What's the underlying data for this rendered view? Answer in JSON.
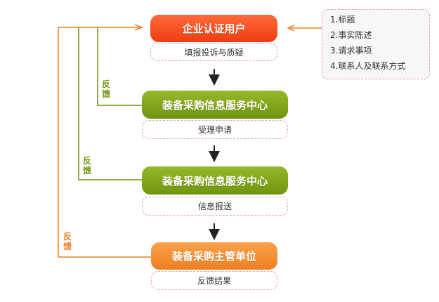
{
  "nodes": {
    "user": {
      "label": "企业认证用户",
      "action": "填报投诉与质疑"
    },
    "center1": {
      "label": "装备采购信息服务中心",
      "action": "受理申请"
    },
    "center2": {
      "label": "装备采购信息服务中心",
      "action": "信息报送"
    },
    "authority": {
      "label": "装备采购主管单位",
      "action": "反馈结果"
    }
  },
  "requirements": [
    "1.标题",
    "2.事实陈述",
    "3.请求事项",
    "4.联系人及联系方式"
  ],
  "feedback": {
    "c1": "反馈",
    "c2": "反馈",
    "c3": "反馈"
  },
  "colors": {
    "red": "#ee3d10",
    "green": "#6f9410",
    "orange": "#ef7f22",
    "dashed_border": "#e8a4ad"
  }
}
